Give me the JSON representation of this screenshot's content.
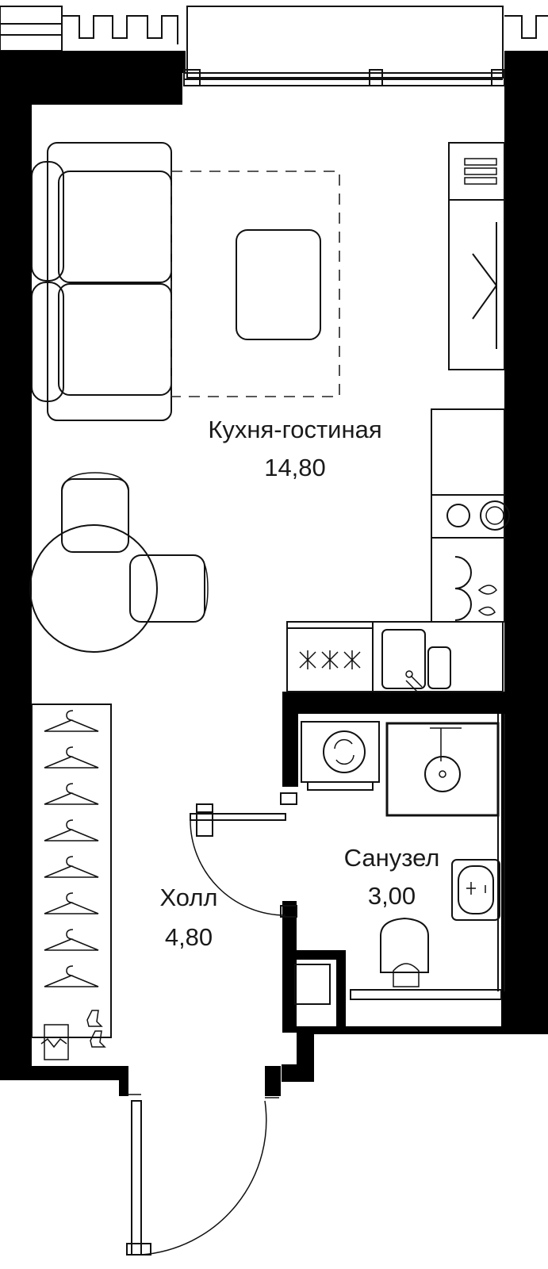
{
  "rooms": {
    "kitchen_living": {
      "name": "Кухня-гостиная",
      "area": "14,80"
    },
    "bathroom": {
      "name": "Санузел",
      "area": "3,00"
    },
    "hall": {
      "name": "Холл",
      "area": "4,80"
    }
  },
  "colors": {
    "wall": "#000000",
    "line": "#111111",
    "background": "#ffffff"
  }
}
